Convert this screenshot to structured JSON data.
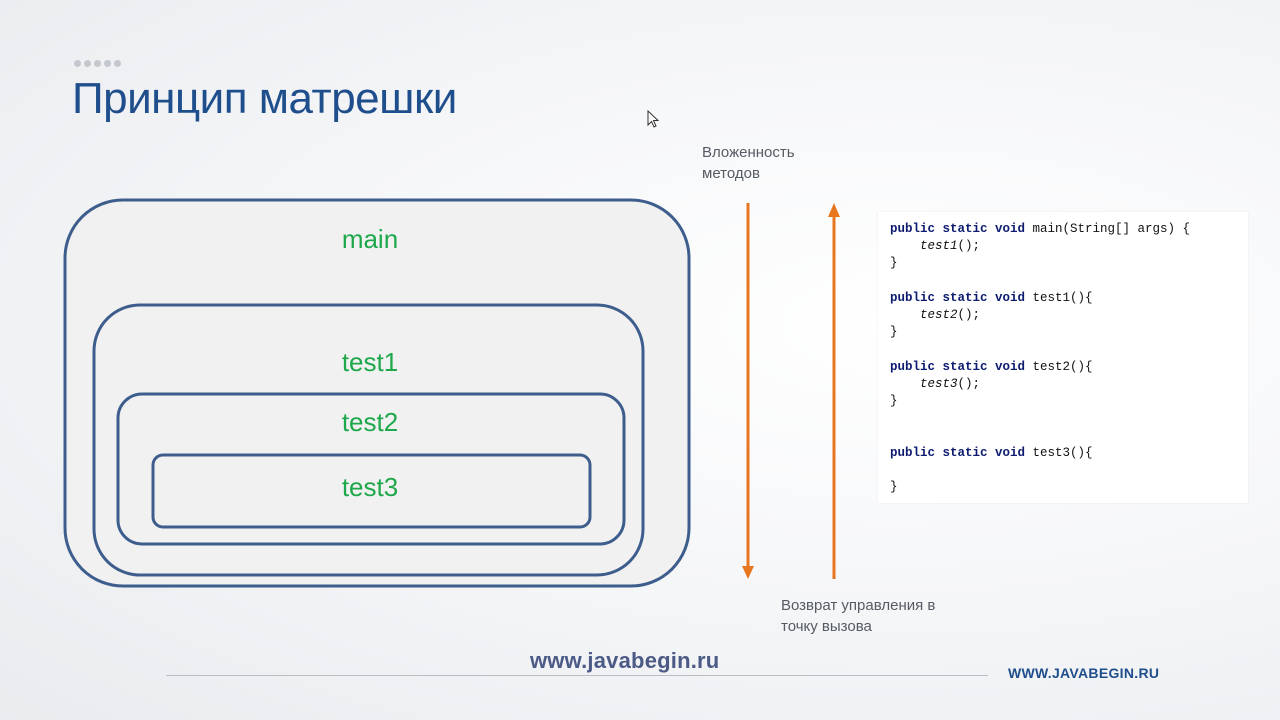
{
  "slide": {
    "title": "Принцип матрешки",
    "watermark": "www.javabegin.ru",
    "footer_brand": "WWW.JAVABEGIN.RU"
  },
  "diagram": {
    "boxes": [
      {
        "label": "main"
      },
      {
        "label": "test1"
      },
      {
        "label": "test2"
      },
      {
        "label": "test3"
      }
    ],
    "colors": {
      "border": "#3d5e8c",
      "fill": "#f1f1f1",
      "label": "#1ea84b",
      "arrow": "#e8761e"
    }
  },
  "arrows": {
    "down_caption_line1": "Вложенность",
    "down_caption_line2": "методов",
    "up_caption_line1": "Возврат управления в",
    "up_caption_line2": "точку вызова"
  },
  "code": {
    "kw": "public static void",
    "main_sig": " main(String[] args) {",
    "test1_call": "test1",
    "test1_sig": " test1(){",
    "test2_call": "test2",
    "test2_sig": " test2(){",
    "test3_call": "test3",
    "test3_sig": " test3(){",
    "call_suffix": "();",
    "close": "}"
  }
}
